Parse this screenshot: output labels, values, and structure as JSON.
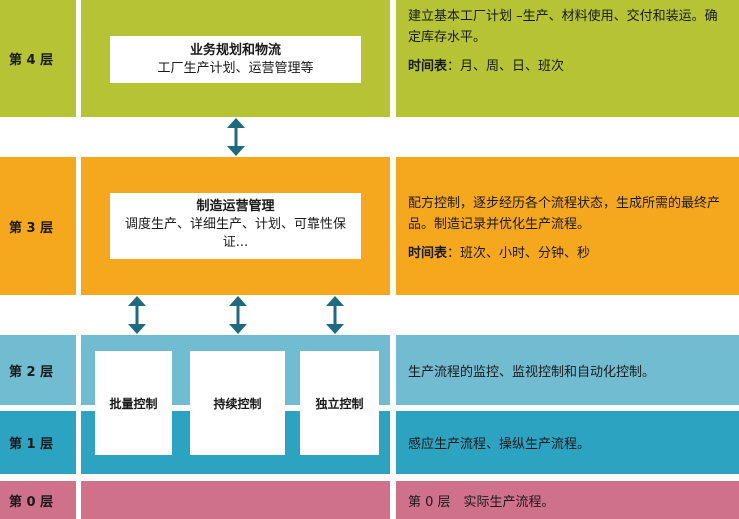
{
  "levels": {
    "l4": {
      "label": "第 4 层",
      "box_title": "业务规划和物流",
      "box_text": "工厂生产计划、运营管理等",
      "desc": "建立基本工厂计划 –生产、材料使用、交付和装运。确定库存水平。",
      "schedule_label": "时间表",
      "schedule_sep": "：",
      "schedule_value": "月、周、日、班次"
    },
    "l3": {
      "label": "第 3 层",
      "box_title": "制造运营管理",
      "box_text": "调度生产、详细生产、计划、可靠性保证...",
      "desc": "配方控制，逐步经历各个流程状态，生成所需的最终产品。制造记录并优化生产流程。",
      "schedule_label": "时间表",
      "schedule_sep": "：",
      "schedule_value": "班次、小时、分钟、秒"
    },
    "l2": {
      "label": "第 2 层",
      "desc": "生产流程的监控、监视控制和自动化控制。"
    },
    "l1": {
      "label": "第 1 层",
      "desc": "感应生产流程、操纵生产流程。"
    },
    "l0": {
      "label": "第 0 层",
      "desc": "第 0 层　实际生产流程。"
    }
  },
  "controls": [
    {
      "label": "批量控制"
    },
    {
      "label": "持续控制"
    },
    {
      "label": "独立控制"
    }
  ],
  "colors": {
    "level4": "#b5c334",
    "level3": "#f5a81d",
    "level2": "#72bcd1",
    "level1": "#2ba3c1",
    "level0": "#d0718b",
    "arrow": "#1e6a80"
  }
}
